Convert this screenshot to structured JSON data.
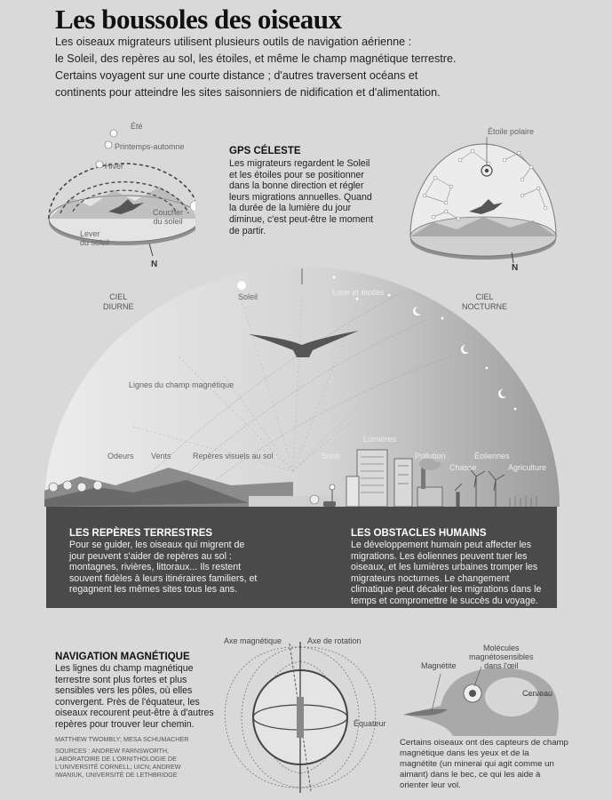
{
  "title": "Les boussoles des oiseaux",
  "intro": [
    "Les oiseaux migrateurs utilisent plusieurs outils de navigation aérienne :",
    "le Soleil, des repères au sol, les étoiles, et même le champ magnétique terrestre.",
    "Certains voyagent sur une courte distance ; d'autres traversent océans et",
    "continents pour atteindre les sites saisonniers de nidification et d'alimentation."
  ],
  "gps": {
    "heading": "GPS CÉLESTE",
    "body": "Les migrateurs regardent le Soleil et les étoiles pour se positionner dans la bonne direction et régler leurs migrations annuelles. Quand la durée de la lumière du jour diminue, c'est peut-être le moment de partir."
  },
  "day_sky": {
    "label_line1": "CIEL",
    "label_line2": "DIURNE",
    "north": "N",
    "ete": "Été",
    "printemps": "Printemps-automne",
    "hiver": "Hiver",
    "coucher_line1": "Coucher",
    "coucher_line2": "du soleil",
    "lever_line1": "Lever",
    "lever_line2": "du soleil"
  },
  "night_sky": {
    "label_line1": "CIEL",
    "label_line2": "NOCTURNE",
    "north": "N",
    "polaris": "Étoile polaire"
  },
  "main_scene": {
    "soleil": "Soleil",
    "lune": "Lune et étoiles",
    "magnetic_lines": "Lignes du champ magnétique",
    "odeurs": "Odeurs",
    "vents": "Vents",
    "reperes_visuels": "Repères visuels au sol",
    "sons": "Sons",
    "lumieres": "Lumières",
    "pollution": "Pollution",
    "chasse": "Chasse",
    "eoliennes": "Éoliennes",
    "agriculture": "Agriculture"
  },
  "reperes": {
    "heading": "LES REPÈRES TERRESTRES",
    "body": "Pour se guider, les oiseaux qui migrent de jour peuvent s'aider de repères au sol : montagnes, rivières, littoraux... Ils restent souvent fidèles à leurs itinéraires familiers, et regagnent les mêmes sites tous les ans."
  },
  "obstacles": {
    "heading": "LES OBSTACLES HUMAINS",
    "body": "Le développement humain peut affecter les migrations. Les éoliennes peuvent tuer les oiseaux, et les lumières urbaines tromper les migrateurs nocturnes. Le changement climatique peut décaler les migrations dans le temps et compromettre le succès du voyage."
  },
  "magnetic": {
    "heading": "NAVIGATION MAGNÉTIQUE",
    "body": "Les lignes du champ magnétique terrestre sont plus fortes et plus sensibles vers les pôles, où elles convergent. Près de l'équateur, les oiseaux recourent peut-être à d'autres repères pour trouver leur chemin.",
    "axe_magnetique": "Axe magnétique",
    "axe_rotation": "Axe de rotation",
    "equateur": "Équateur"
  },
  "bird_head": {
    "magnetite": "Magnétite",
    "molecules_line1": "Molécules",
    "molecules_line2": "magnétosensibles",
    "molecules_line3": "dans l'œil",
    "cerveau": "Cerveau",
    "caption": "Certains oiseaux ont des capteurs de champ magnétique dans les yeux et de la magnétite (un minerai qui agit comme un aimant) dans le bec, ce qui les aide à orienter leur vol."
  },
  "credits": {
    "authors": "MATTHEW TWOMBLY; MESA SCHUMACHER",
    "sources": "SOURCES : ANDREW FARNSWORTH, LABORATOIRE DE L'ORNITHOLOGIE DE L'UNIVERSITÉ CORNELL; UICN; ANDREW IWANIUK, UNIVERSITÉ DE LETHBRIDGE"
  },
  "colors": {
    "background": "#d9d9d9",
    "ground_dark": "#4a4a4a",
    "dome_light": "#e9e9e9",
    "text_dark": "#222222"
  }
}
